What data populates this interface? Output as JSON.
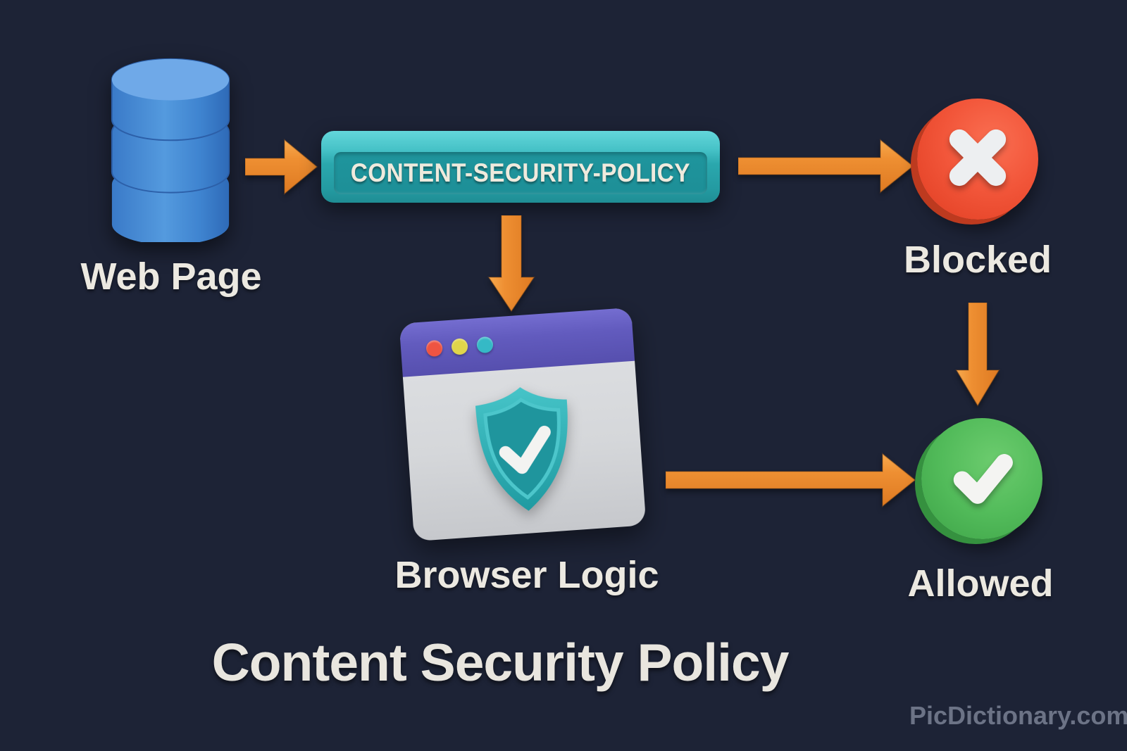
{
  "diagram": {
    "title": "Content Security Policy",
    "watermark": "PicDictionary.com",
    "banner": {
      "label": "CONTENT-SECURITY-POLICY"
    },
    "nodes": {
      "web_page": {
        "label": "Web Page",
        "icon": "database-icon"
      },
      "browser_logic": {
        "label": "Browser Logic",
        "icon": "browser-window-shield-icon"
      },
      "blocked": {
        "label": "Blocked",
        "icon": "cross-circle-icon"
      },
      "allowed": {
        "label": "Allowed",
        "icon": "check-circle-icon"
      }
    },
    "flows": [
      {
        "from": "web_page",
        "to": "csp_banner"
      },
      {
        "from": "csp_banner",
        "to": "blocked"
      },
      {
        "from": "csp_banner",
        "to": "browser_logic"
      },
      {
        "from": "browser_logic",
        "to": "allowed"
      },
      {
        "from": "blocked",
        "to": "allowed"
      }
    ],
    "colors": {
      "background": "#1d2336",
      "arrow_orange": "#e9892f",
      "banner_teal": "#2aa7ad",
      "banner_teal_light": "#57cfd3",
      "blocked_red": "#ee4f33",
      "allowed_green": "#4cb655",
      "browser_titlebar_purple": "#5c55b8",
      "browser_body_gray": "#d8dadd",
      "database_blue": "#4287d1",
      "label_cream": "#ece9e1",
      "watermark_gray": "#6c7386"
    }
  }
}
